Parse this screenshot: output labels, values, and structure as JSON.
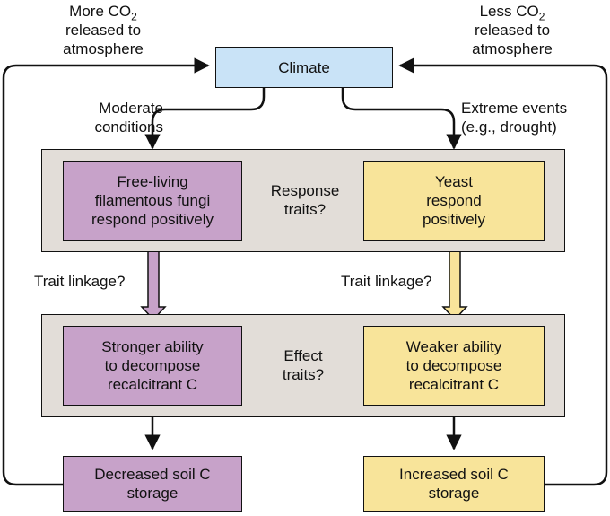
{
  "top_left_label": {
    "line1_prefix": "More CO",
    "line1_sub": "2",
    "rest": "released to\natmosphere"
  },
  "top_right_label": {
    "line1_prefix": "Less CO",
    "line1_sub": "2",
    "rest": "released to\natmosphere"
  },
  "climate": "Climate",
  "moderate": "Moderate\nconditions",
  "extreme": "Extreme events\n(e.g., drought)",
  "response_panel": {
    "left": "Free-living\nfilamentous fungi\nrespond positively",
    "middle": "Response\ntraits?",
    "right": "Yeast\nrespond\npositively"
  },
  "trait_linkage_left": "Trait linkage?",
  "trait_linkage_right": "Trait linkage?",
  "effect_panel": {
    "left": "Stronger ability\nto decompose\nrecalcitrant C",
    "middle": "Effect\ntraits?",
    "right": "Weaker ability\nto decompose\nrecalcitrant C"
  },
  "bottom_left": "Decreased  soil C\nstorage",
  "bottom_right": "Increased  soil C\nstorage",
  "colors": {
    "climate": "#c9e3f7",
    "purple": "#c7a2c9",
    "yellow": "#f8e49a",
    "panel": "#e2ddd8"
  }
}
